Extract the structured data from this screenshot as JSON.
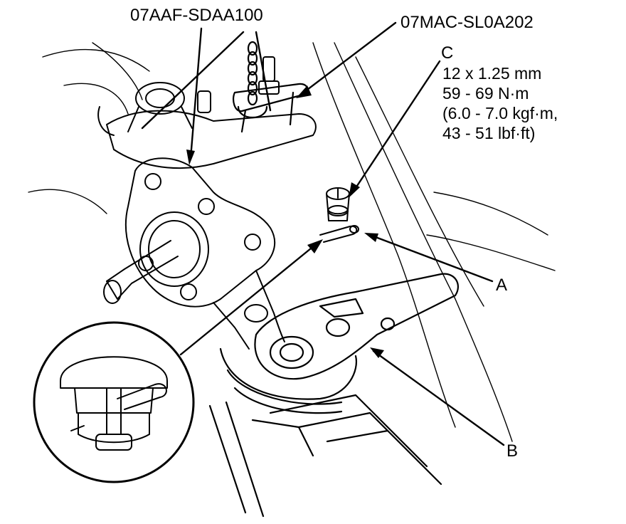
{
  "tools": {
    "puller_part_number": "07AAF-SDAA100",
    "support_part_number": "07MAC-SL0A202"
  },
  "callouts": {
    "a": "A",
    "b": "B",
    "c": "C"
  },
  "nut_spec": {
    "thread": "12 x 1.25 mm",
    "torque_nm": "59 - 69 N·m",
    "torque_kgfm": "(6.0 - 7.0 kgf·m,",
    "torque_lbfft": "43 - 51 lbf·ft)"
  },
  "colors": {
    "ink": "#000000",
    "paper": "#ffffff"
  }
}
